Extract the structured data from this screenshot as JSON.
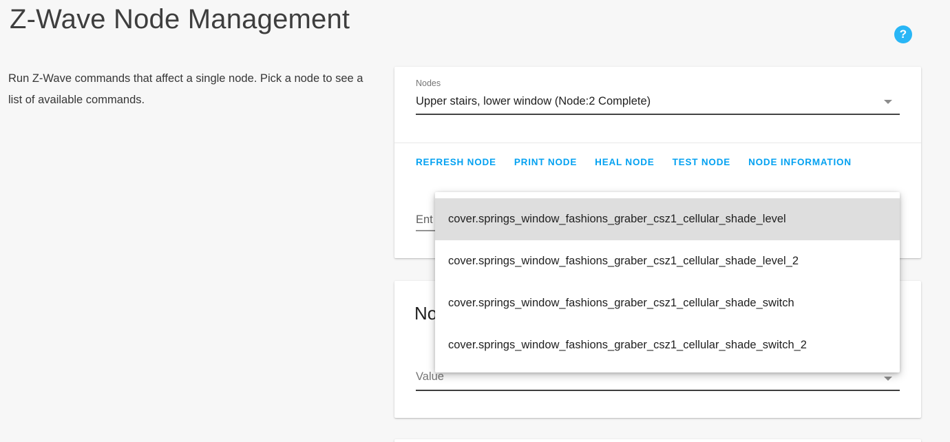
{
  "page": {
    "title": "Z-Wave Node Management",
    "description": "Run Z-Wave commands that affect a single node. Pick a node to see a list of available commands.",
    "help_glyph": "?"
  },
  "colors": {
    "primary_button_blue": "#03a1f1",
    "help_icon_blue": "#29b6f6",
    "selected_row_gray": "#dedede",
    "page_background": "#f7f7f7"
  },
  "node_card": {
    "nodes_label": "Nodes",
    "selected_node": "Upper stairs, lower window (Node:2 Complete)",
    "buttons": [
      "REFRESH NODE",
      "PRINT NODE",
      "HEAL NODE",
      "TEST NODE",
      "NODE INFORMATION"
    ],
    "entity_input_visible_text": "Ent"
  },
  "entity_dropdown": {
    "selected_index": 0,
    "items": [
      "cover.springs_window_fashions_graber_csz1_cellular_shade_level",
      "cover.springs_window_fashions_graber_csz1_cellular_shade_level_2",
      "cover.springs_window_fashions_graber_csz1_cellular_shade_switch",
      "cover.springs_window_fashions_graber_csz1_cellular_shade_switch_2"
    ]
  },
  "config_card": {
    "heading_visible_text": "No",
    "value_label": "Value"
  }
}
